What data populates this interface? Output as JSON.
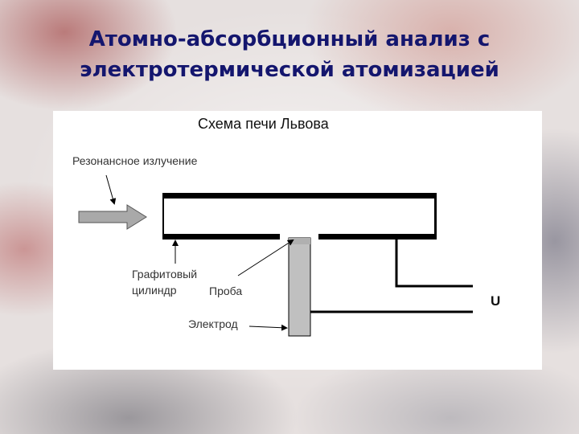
{
  "slide": {
    "title_line1": "Атомно-абсорбционный анализ с",
    "title_line2": "электротермической атомизацией",
    "title_color": "#14166e"
  },
  "diagram": {
    "title": "Схема печи Львова",
    "labels": {
      "resonance": "Резонансное излучение",
      "graphite_line1": "Графитовый",
      "graphite_line2": "цилиндр",
      "sample": "Проба",
      "electrode": "Электрод",
      "voltage": "U"
    },
    "colors": {
      "electrode_fill": "#c0c0c0",
      "arrow_fill": "#a9a9a9",
      "line": "#000000"
    }
  }
}
